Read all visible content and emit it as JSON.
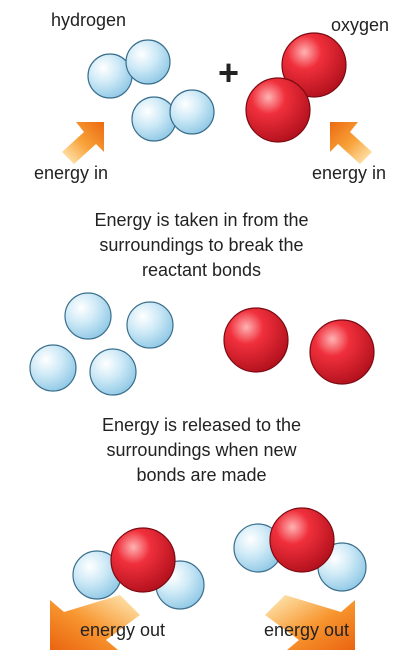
{
  "labels": {
    "hydrogen": "hydrogen",
    "oxygen": "oxygen",
    "energy_in_left": "energy in",
    "energy_in_right": "energy in",
    "energy_out_left": "energy out",
    "energy_out_right": "energy out"
  },
  "captions": {
    "take_in": [
      "Energy is taken in from the",
      "surroundings to break the",
      "reactant bonds"
    ],
    "release": [
      "Energy is released to the",
      "surroundings when new",
      "bonds are made"
    ]
  },
  "symbols": {
    "plus": "+"
  },
  "colors": {
    "hydrogen_atom": "#bfe3f5",
    "oxygen_atom": "#e8202e",
    "arrow": "#f07818",
    "text": "#222222"
  }
}
